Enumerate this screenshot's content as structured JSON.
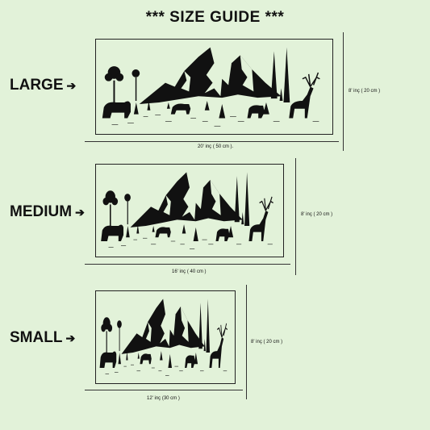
{
  "title": "*** SIZE GUIDE ***",
  "sizes": [
    {
      "label": "LARGE",
      "arrow": "➔",
      "width_text": "20' inç ( 50 cm ).",
      "height_text": "8' inç ( 20 cm )"
    },
    {
      "label": "MEDIUM",
      "arrow": "➔",
      "width_text": "16' inç ( 40 cm )",
      "height_text": "8' inç ( 20 cm )"
    },
    {
      "label": "SMALL",
      "arrow": "➔",
      "width_text": "12' inç (30 cm )",
      "height_text": "8' inç ( 20 cm )"
    }
  ],
  "colors": {
    "background": "#e2f2d9",
    "ink": "#111111"
  },
  "illustration_icon": "mountain-wildlife-decal-icon"
}
